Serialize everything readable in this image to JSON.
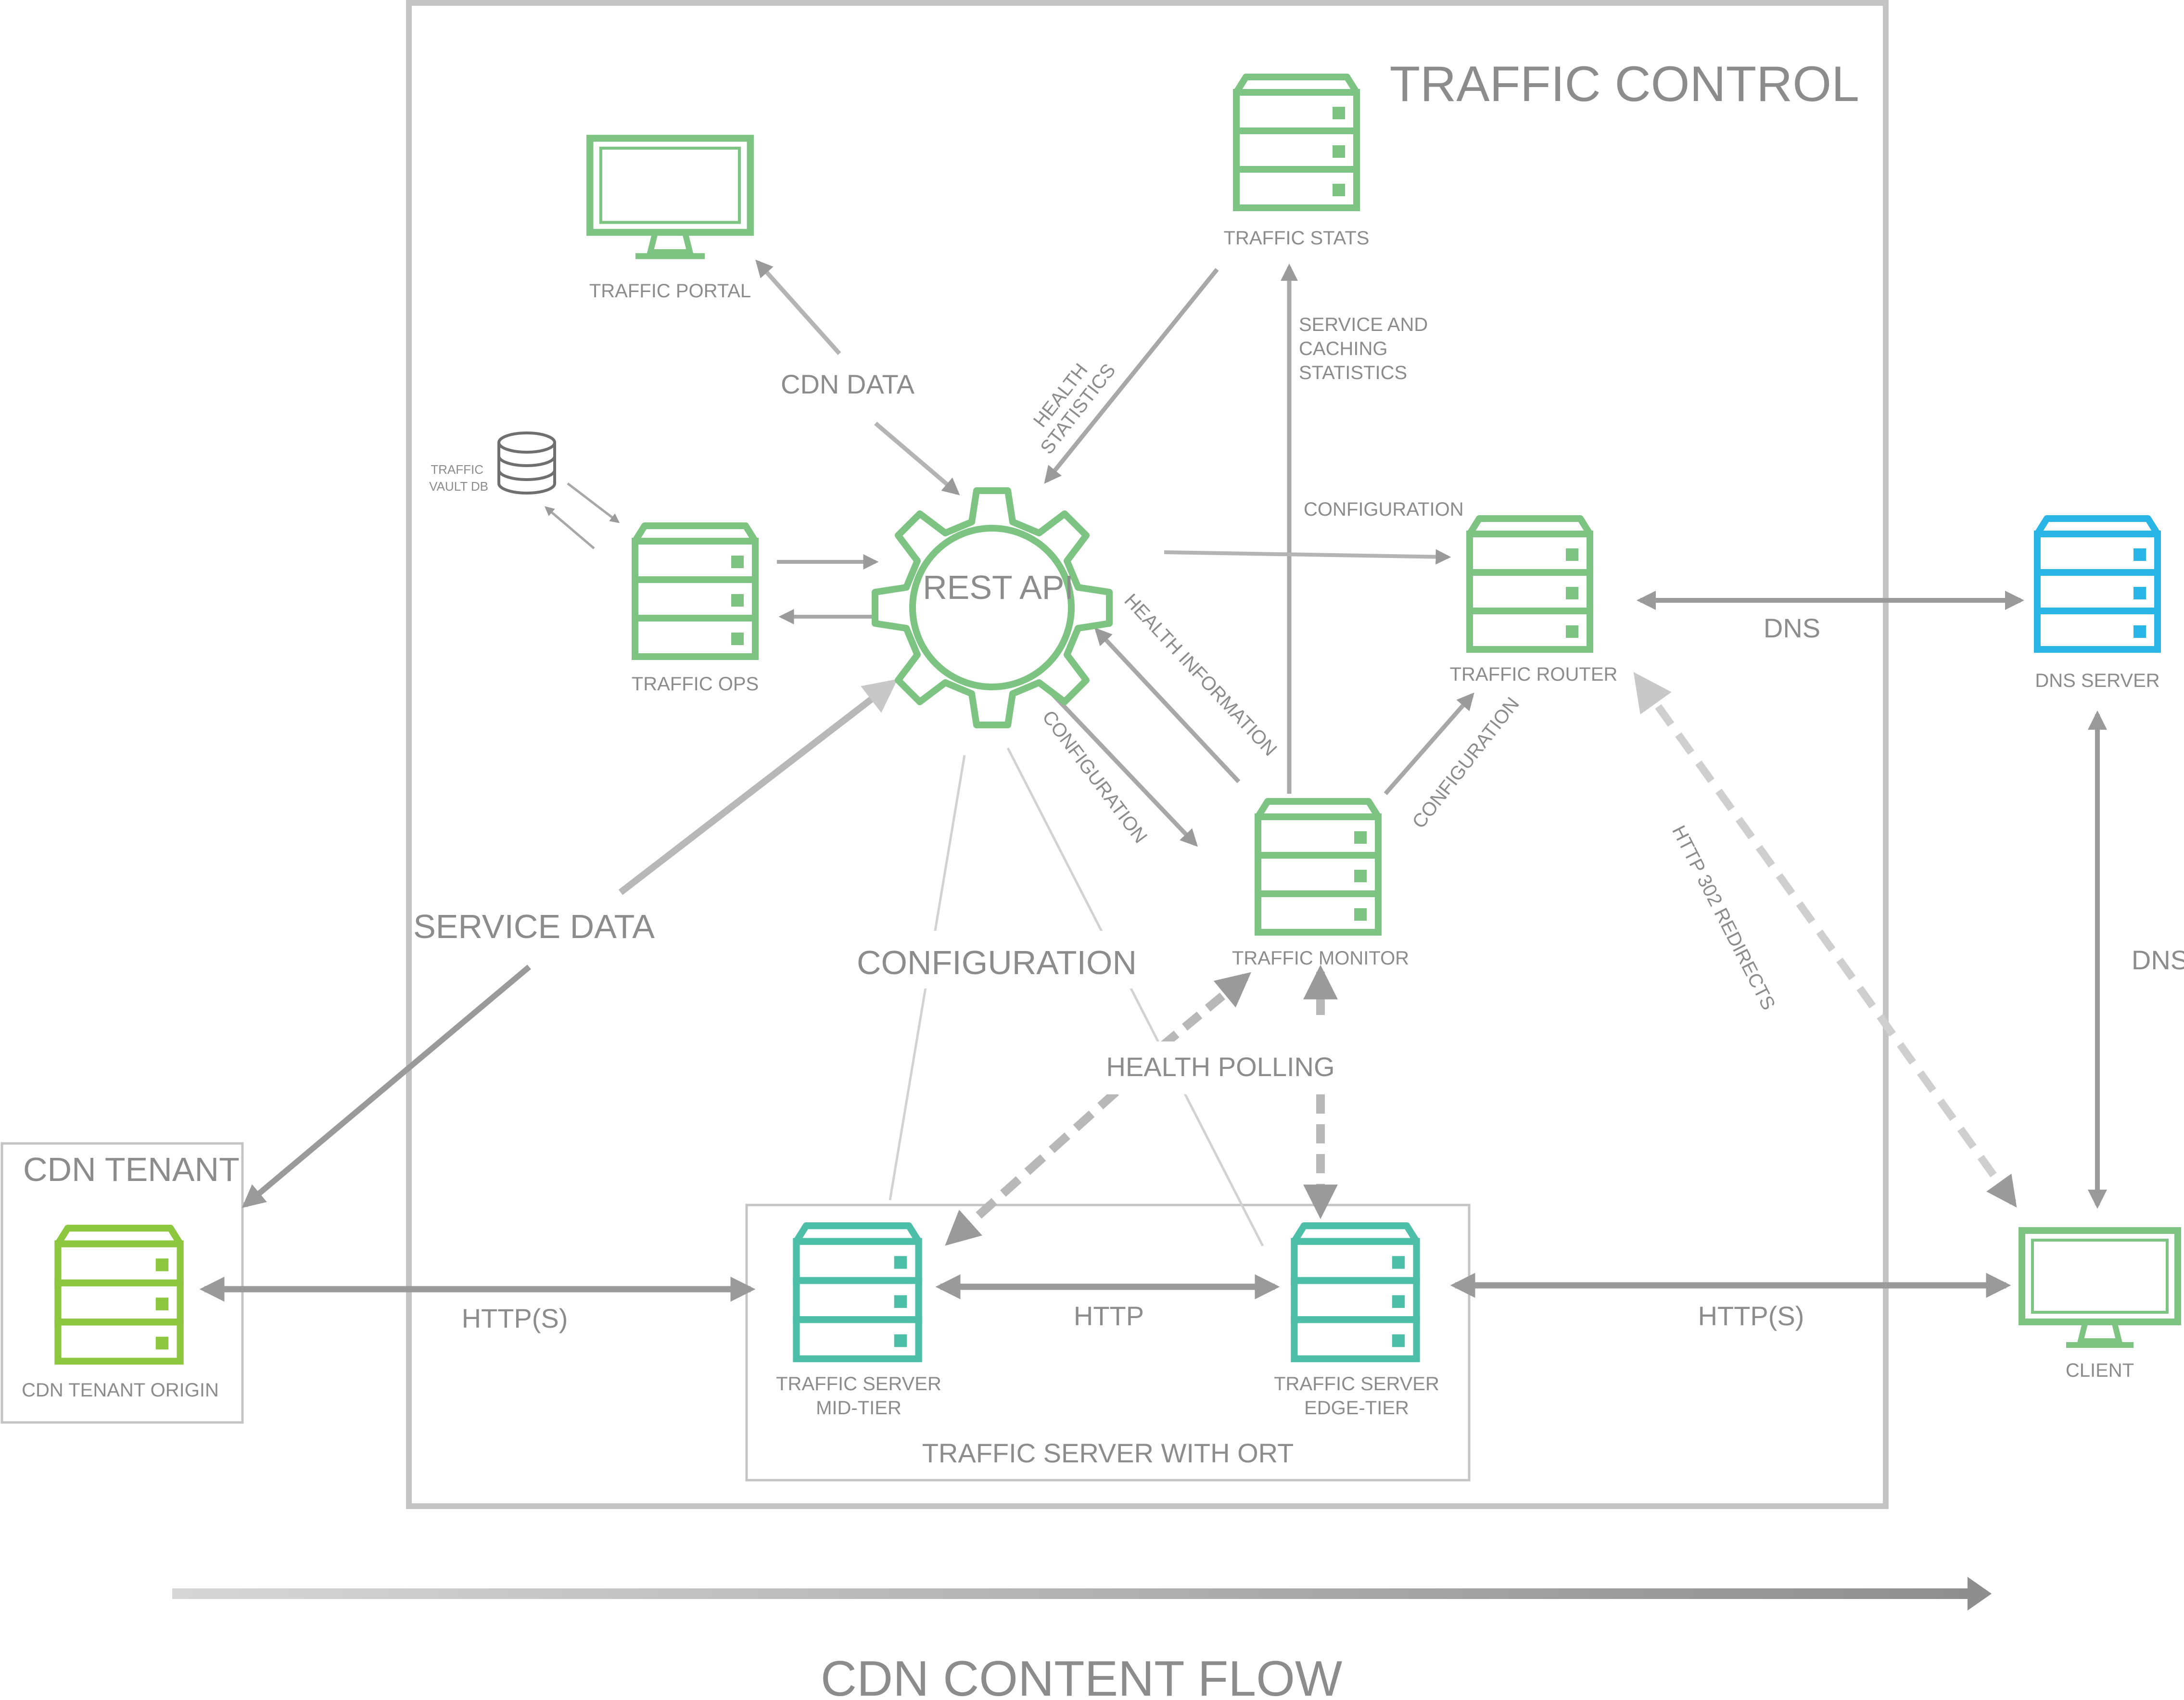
{
  "colors": {
    "green": "#7dc482",
    "lime": "#8dc63f",
    "teal": "#4dbfa9",
    "blue": "#29b6e6",
    "box_border": "#c4c4c4",
    "arrow": "#9a9a9a",
    "text": "#8c8c8c"
  },
  "groups": {
    "traffic_control": "TRAFFIC CONTROL",
    "cdn_tenant": "CDN TENANT",
    "traffic_server_with_ort": "TRAFFIC SERVER WITH ORT"
  },
  "nodes": {
    "traffic_portal": {
      "label": "TRAFFIC PORTAL",
      "icon": "monitor-icon"
    },
    "traffic_stats": {
      "label": "TRAFFIC STATS",
      "icon": "server-icon"
    },
    "traffic_vault_db": {
      "label_line1": "TRAFFIC",
      "label_line2": "VAULT DB",
      "icon": "database-icon"
    },
    "traffic_ops": {
      "label": "TRAFFIC OPS",
      "icon": "server-icon"
    },
    "rest_api": {
      "label": "REST API",
      "icon": "gear-icon"
    },
    "traffic_router": {
      "label": "TRAFFIC ROUTER",
      "icon": "server-icon"
    },
    "dns_server": {
      "label": "DNS SERVER",
      "icon": "server-icon"
    },
    "traffic_monitor": {
      "label": "TRAFFIC MONITOR",
      "icon": "server-icon"
    },
    "cdn_tenant_origin": {
      "label": "CDN TENANT ORIGIN",
      "icon": "server-icon"
    },
    "ts_mid_tier": {
      "label_line1": "TRAFFIC SERVER",
      "label_line2": "MID-TIER",
      "icon": "server-icon"
    },
    "ts_edge_tier": {
      "label_line1": "TRAFFIC SERVER",
      "label_line2": "EDGE-TIER",
      "icon": "server-icon"
    },
    "client": {
      "label": "CLIENT",
      "icon": "monitor-icon"
    }
  },
  "edge_labels": {
    "cdn_data": "CDN DATA",
    "health_statistics_line1": "HEALTH",
    "health_statistics_line2": "STATISTICS",
    "service_caching_line1": "SERVICE AND",
    "service_caching_line2": "CACHING",
    "service_caching_line3": "STATISTICS",
    "configuration_router": "CONFIGURATION",
    "health_information": "HEALTH INFORMATION",
    "configuration_monitor": "CONFIGURATION",
    "configuration_monitor_router": "CONFIGURATION",
    "dns_router": "DNS",
    "dns_client": "DNS",
    "http_302": "HTTP 302 REDIRECTS",
    "service_data": "SERVICE DATA",
    "configuration_servers": "CONFIGURATION",
    "health_polling": "HEALTH POLLING",
    "http_origin_mid": "HTTP(S)",
    "http_mid_edge": "HTTP",
    "http_edge_client": "HTTP(S)"
  },
  "footer": {
    "flow_label": "CDN CONTENT FLOW"
  }
}
